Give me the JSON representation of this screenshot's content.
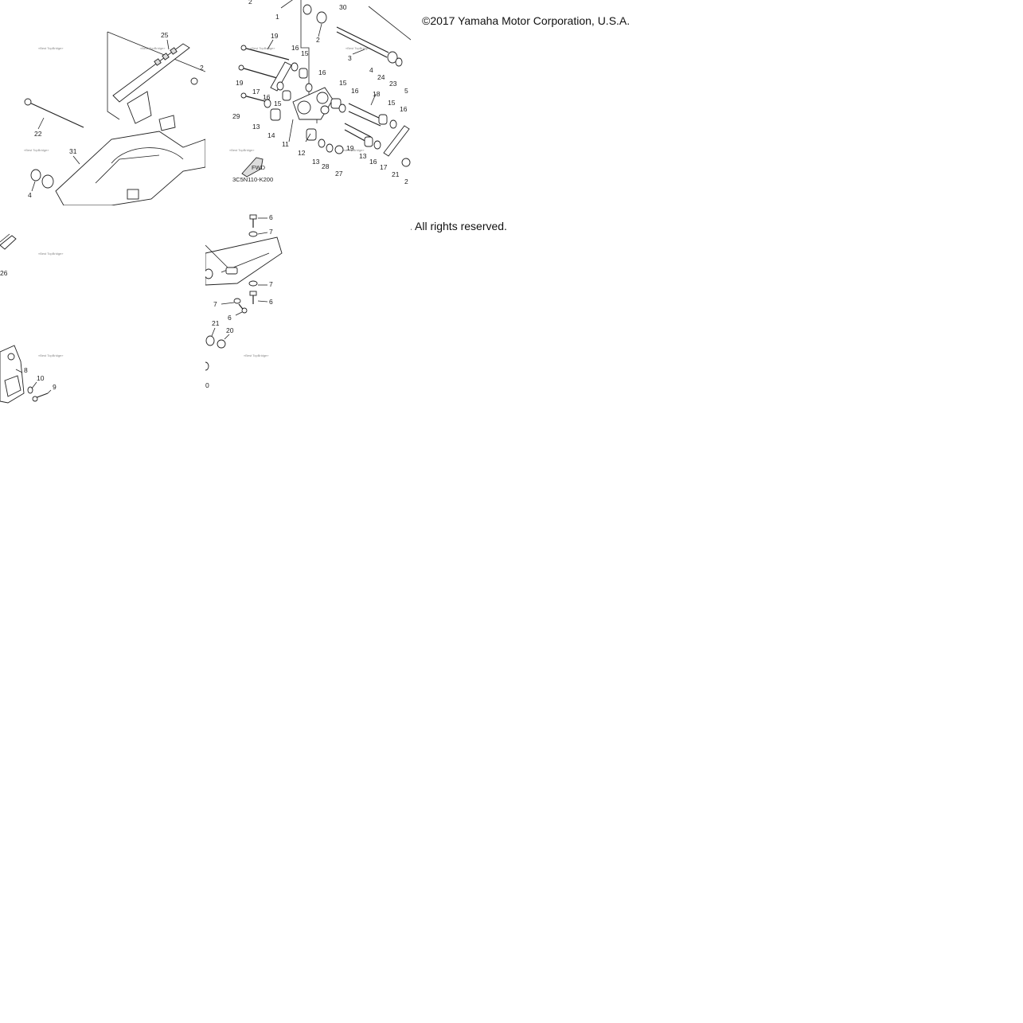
{
  "copyright": "©2017 Yamaha Motor Corporation, U.S.A.",
  "rights": ". All rights reserved.",
  "diagram_code": "3C5N110-K200",
  "fwd_label": "FWD",
  "watermark": "«Best TopBridge»",
  "tile_tl": {
    "callouts": [
      "25",
      "2",
      "22",
      "31",
      "4"
    ]
  },
  "tile_tr": {
    "callouts": [
      "2",
      "1",
      "30",
      "2",
      "19",
      "16",
      "15",
      "3",
      "4",
      "24",
      "23",
      "5",
      "19",
      "16",
      "17",
      "16",
      "15",
      "15",
      "16",
      "18",
      "15",
      "16",
      "29",
      "13",
      "14",
      "11",
      "12",
      "13",
      "28",
      "27",
      "19",
      "13",
      "16",
      "17",
      "21",
      "2"
    ]
  },
  "tile_ml": {
    "callouts": [
      "26",
      "8",
      "10",
      "9"
    ]
  },
  "tile_mr": {
    "callouts": [
      "6",
      "7",
      "7",
      "6",
      "7",
      "6",
      "21",
      "20",
      "0"
    ]
  }
}
